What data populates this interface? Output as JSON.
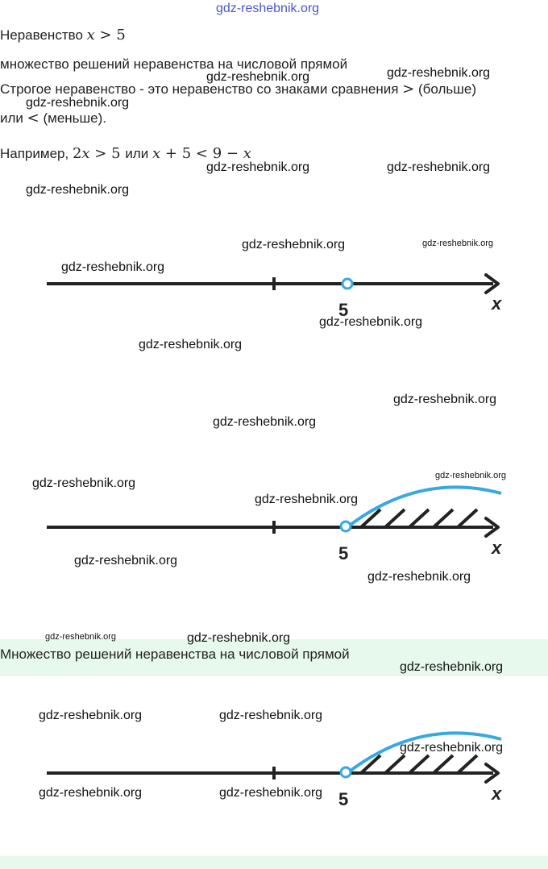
{
  "watermark": {
    "text": "gdz-reshebnik.org",
    "color": "#4a56c8"
  },
  "theory": {
    "line1_prefix": "Неравенство",
    "line1_math": {
      "var": "x",
      "op": ">",
      "num": "5"
    },
    "line2": "множество решений неравенства на числовой прямой",
    "line3_text": "Строгое неравенство - это неравенство со знаками сравнения",
    "line3_op": ">",
    "line3_suffix": "(больше)",
    "line4_prefix": "или",
    "line4_op": "<",
    "line4_suffix": "(меньше).",
    "example_prefix": "Например,",
    "example_math1": {
      "coef": "2",
      "var": "x",
      "op": ">",
      "num": "5"
    },
    "example_or": "или",
    "example_math2": {
      "a": "x",
      "plus": "+",
      "b": "5",
      "op": "<",
      "c": "9",
      "minus": "−",
      "d": "x"
    }
  },
  "number_lines": [
    {
      "point_label": "5",
      "axis_label": "x",
      "shaded": false
    },
    {
      "point_label": "5",
      "axis_label": "x",
      "shaded": true
    },
    {
      "point_label": "5",
      "axis_label": "x",
      "shaded": true
    }
  ],
  "section_band": {
    "title": "Множество решений неравенства на числовой прямой",
    "background": "#e6f9ec"
  },
  "colors": {
    "line": "#222222",
    "open_point": "#3aa8e0",
    "arc": "#3aa8e0"
  }
}
